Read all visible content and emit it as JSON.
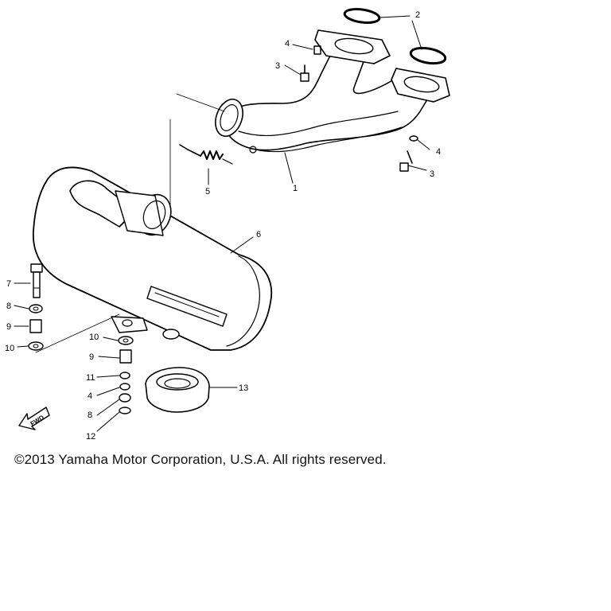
{
  "callouts": {
    "c1": "1",
    "c2": "2",
    "c3a": "3",
    "c3b": "3",
    "c4a": "4",
    "c4b": "4",
    "c4c": "4",
    "c5": "5",
    "c6": "6",
    "c7": "7",
    "c8a": "8",
    "c8b": "8",
    "c9a": "9",
    "c9b": "9",
    "c10a": "10",
    "c10b": "10",
    "c11": "11",
    "c12": "12",
    "c13": "13"
  },
  "fwd_label": "FWD",
  "copyright": "©2013 Yamaha Motor Corporation, U.S.A. All rights reserved."
}
